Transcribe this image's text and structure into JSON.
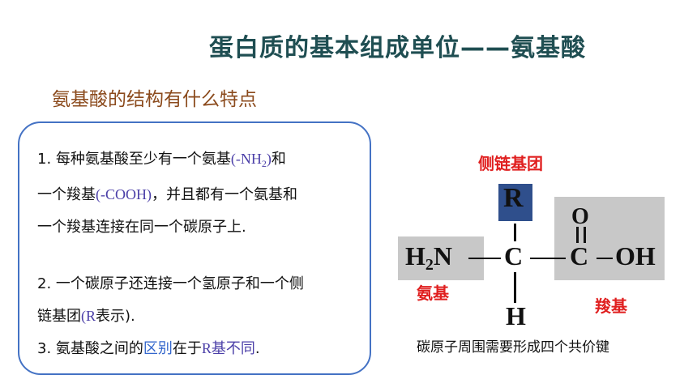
{
  "title": "蛋白质的基本组成单位——氨基酸",
  "subtitle": "氨基酸的结构有什么特点",
  "points": {
    "p1_a": "1. 每种氨基酸至少有一个氨基",
    "p1_nh2_open": "(-NH",
    "p1_nh2_sub": "2",
    "p1_nh2_close": ")",
    "p1_b": "和",
    "p1_c": "一个羧基",
    "p1_cooh": "(-COOH)",
    "p1_d": "，并且都有一个氨基和",
    "p1_e": "一个羧基连接在同一个碳原子上.",
    "p2_a": "2. 一个碳原子还连接一个氢原子和一个侧",
    "p2_b": "链基团",
    "p2_r": "(R",
    "p2_c": "表示).",
    "p3_a": "3. 氨基酸之间的",
    "p3_b": "区别",
    "p3_c": "在于",
    "p3_d": "R基不同",
    "p3_e": "."
  },
  "structure": {
    "side_chain_label": "侧链基团",
    "r": "R",
    "h2n_h": "H",
    "h2n_sub": "2",
    "h2n_n": "N",
    "c_center": "C",
    "c_carboxyl": "C",
    "o_top": "O",
    "oh": "OH",
    "h_bottom": "H",
    "amino_label": "氨基",
    "carboxyl_label": "羧基",
    "caption": "碳原子周围需要形成四个共价键"
  }
}
